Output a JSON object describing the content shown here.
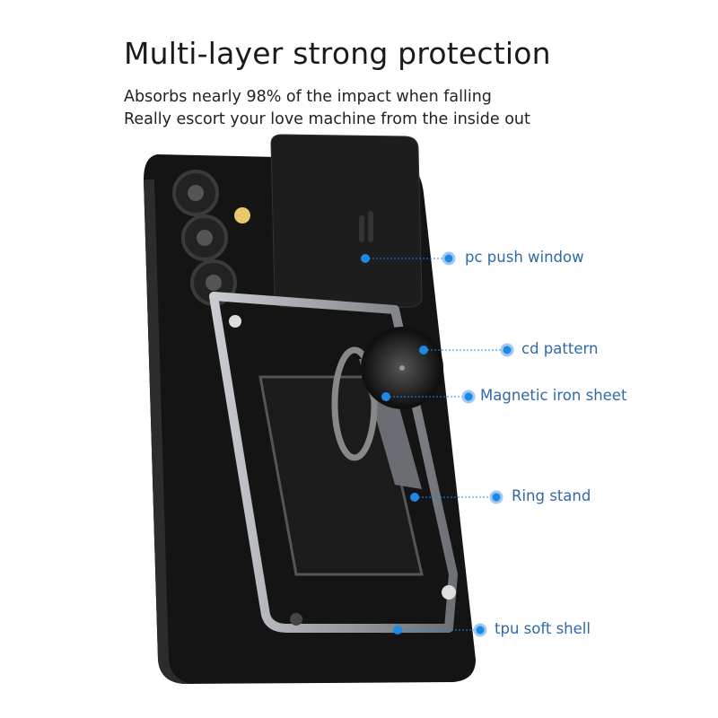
{
  "headline": "Multi-layer strong protection",
  "subtitle_lines": [
    "Absorbs nearly 98% of the impact when falling",
    "Really escort your love machine from the inside out"
  ],
  "callouts": [
    {
      "label": "pc push window"
    },
    {
      "label": "cd pattern"
    },
    {
      "label": "Magnetic iron sheet"
    },
    {
      "label": "Ring stand"
    },
    {
      "label": "tpu soft shell"
    }
  ],
  "colors": {
    "accent": "#1e88e5",
    "label_text": "#2f6aa6",
    "case": "#161616",
    "frame": "#8a8d92"
  }
}
